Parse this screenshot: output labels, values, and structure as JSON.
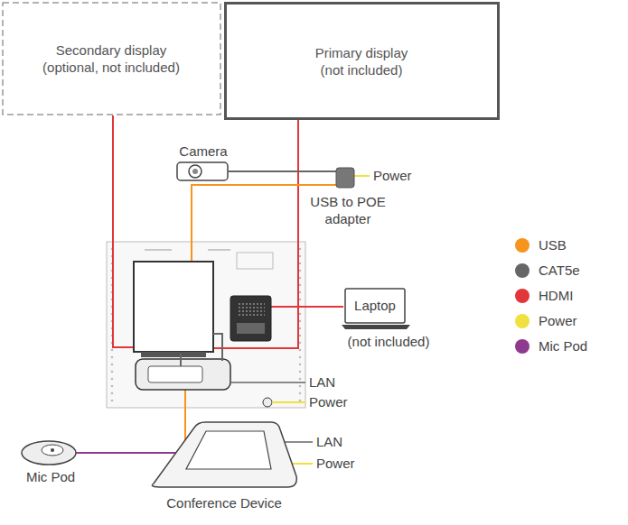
{
  "diagram": {
    "nodes": [
      {
        "text": [
          "Secondary display (optional, not included)"
        ]
      },
      {
        "text": [
          "Primary display (not included)"
        ]
      },
      {
        "text": [
          "Camera"
        ]
      },
      {
        "text": [
          "USB to POE adapter"
        ]
      },
      {
        "text": [
          "Laptop",
          "(not included)"
        ]
      },
      {
        "text": [
          "Mic Pod"
        ]
      },
      {
        "text": [
          "Conference Device"
        ]
      }
    ],
    "edges": [
      {
        "from": 2,
        "to": 3,
        "arrow": "none"
      },
      {
        "from": 5,
        "to": 6,
        "arrow": "none"
      }
    ],
    "labels": [
      "Power",
      "LAN",
      "Power",
      "LAN",
      "Power"
    ],
    "legend": [
      {
        "text": "USB",
        "color": "#f7941d"
      },
      {
        "text": "CAT5e",
        "color": "#666666"
      },
      {
        "text": "HDMI",
        "color": "#e2373a"
      },
      {
        "text": "Power",
        "color": "#f0e040"
      },
      {
        "text": "Mic Pod",
        "color": "#8e3a8e"
      }
    ]
  }
}
